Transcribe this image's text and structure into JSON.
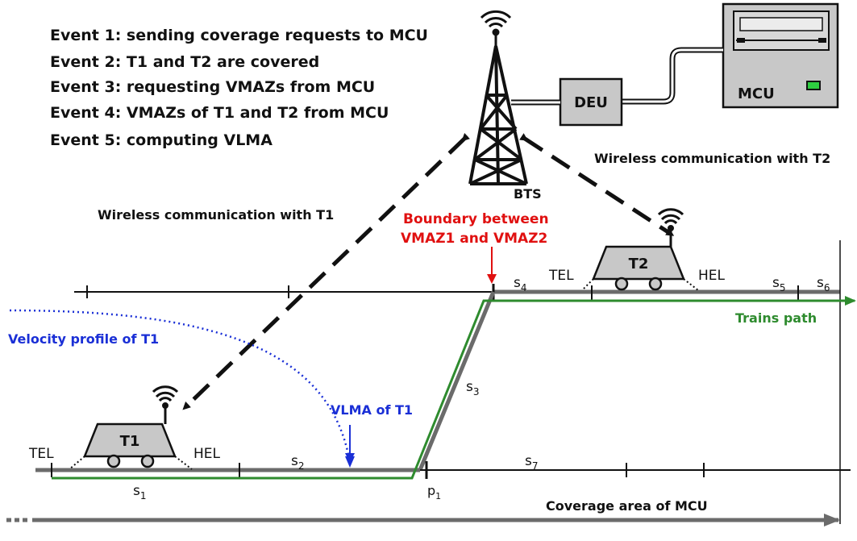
{
  "events": [
    "Event 1: sending coverage requests to MCU",
    "Event 2: T1 and T2 are covered",
    "Event 3: requesting VMAZs from MCU",
    "Event 4: VMAZs of T1 and T2 from MCU",
    "Event 5: computing VLMA"
  ],
  "nodes": {
    "mcu": "MCU",
    "deu": "DEU",
    "bts": "BTS",
    "t1": "T1",
    "t2": "T2"
  },
  "labels": {
    "wireless_t1": "Wireless communication with T1",
    "wireless_t2": "Wireless communication with T2",
    "boundary_line1": "Boundary between",
    "boundary_line2": "VMAZ1 and VMAZ2",
    "velocity_profile": "Velocity profile of T1",
    "vlma": "VLMA of T1",
    "trains_path": "Trains path",
    "coverage": "Coverage area of MCU",
    "tel_t1": "TEL",
    "hel_t1": "HEL",
    "tel_t2": "TEL",
    "hel_t2": "HEL"
  },
  "segments": {
    "s1": "s",
    "s1_sub": "1",
    "s2": "s",
    "s2_sub": "2",
    "s3": "s",
    "s3_sub": "3",
    "s4": "s",
    "s4_sub": "4",
    "s5": "s",
    "s5_sub": "5",
    "s6": "s",
    "s6_sub": "6",
    "s7": "s",
    "s7_sub": "7",
    "p1": "p",
    "p1_sub": "1"
  },
  "colors": {
    "boundary": "#e01010",
    "velocity": "#1a2fd6",
    "path": "#2e8b2e",
    "track": "#6b6b6b",
    "box_fill": "#c8c8c8"
  }
}
